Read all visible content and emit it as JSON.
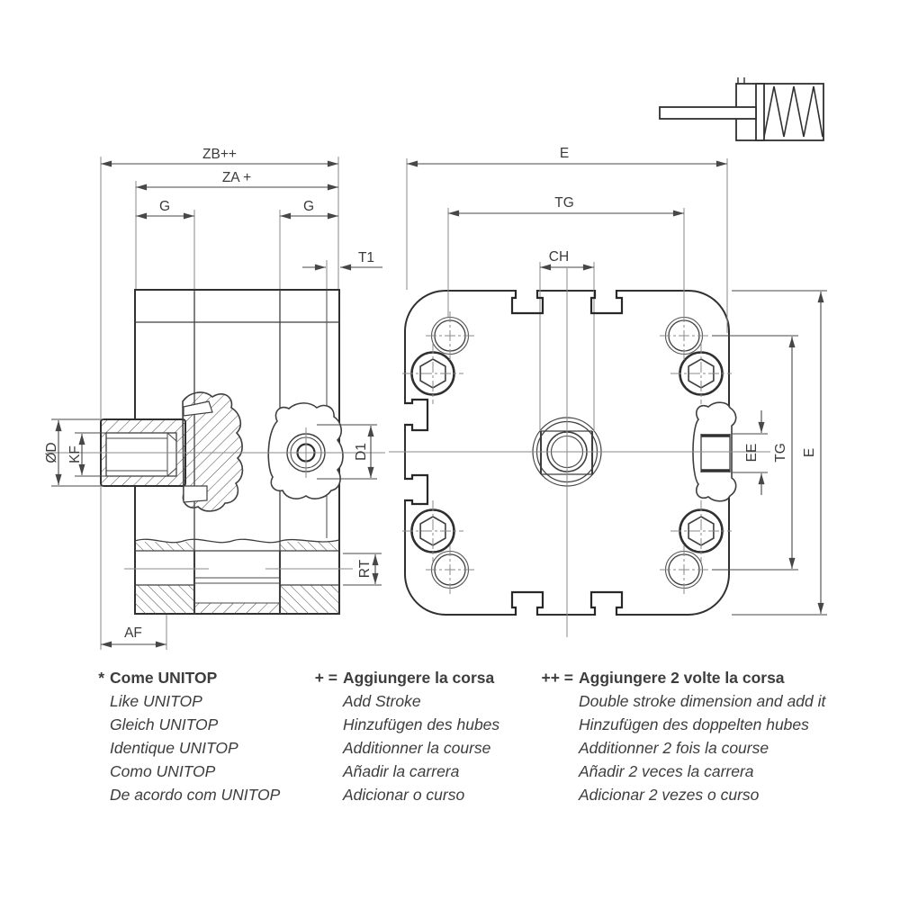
{
  "left_view": {
    "dims": {
      "zb": "ZB++",
      "za": "ZA +",
      "g_left": "G",
      "g_right": "G",
      "t1": "T1",
      "od": "ØD",
      "kf": "KF",
      "d1": "D1",
      "rt": "RT",
      "af": "AF"
    }
  },
  "right_view": {
    "dims": {
      "e_top": "E",
      "tg_top": "TG",
      "ch": "CH",
      "ee": "EE",
      "tg_side": "TG",
      "e_side": "E"
    }
  },
  "footnotes": {
    "col1": {
      "marker": "*",
      "title": "Come UNITOP",
      "lines": [
        "Like UNITOP",
        "Gleich UNITOP",
        "Identique UNITOP",
        "Como UNITOP",
        "De acordo com UNITOP"
      ]
    },
    "col2": {
      "marker": "+ =",
      "title": "Aggiungere la corsa",
      "lines": [
        "Add Stroke",
        "Hinzufügen des hubes",
        "Additionner la course",
        "Añadir la carrera",
        "Adicionar o curso"
      ]
    },
    "col3": {
      "marker": "++ =",
      "title": "Aggiungere 2 volte la corsa",
      "lines": [
        "Double stroke dimension and add it",
        "Hinzufügen des doppelten hubes",
        "Additionner 2 fois la course",
        "Añadir 2 veces la carrera",
        "Adicionar 2 vezes o curso"
      ]
    }
  },
  "colors": {
    "line": "#303030",
    "dim": "#474747",
    "center": "#8a8a8a",
    "text": "#3d3d3d",
    "background": "#ffffff"
  }
}
